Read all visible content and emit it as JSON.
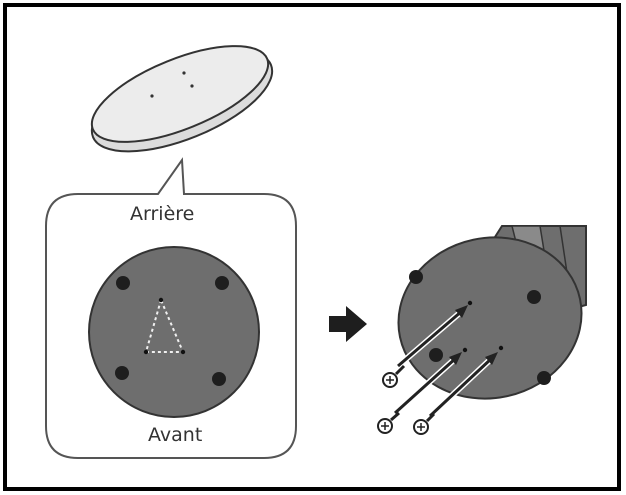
{
  "labels": {
    "top": "Arrière",
    "bottom": "Avant"
  },
  "colors": {
    "disc_fill": "#6e6e6e",
    "outline": "#333333",
    "border": "#000000",
    "plate_fill": "#e6e6e6"
  },
  "icons": [
    "stand-base-plate",
    "arrow-right-icon",
    "screw-icon"
  ]
}
